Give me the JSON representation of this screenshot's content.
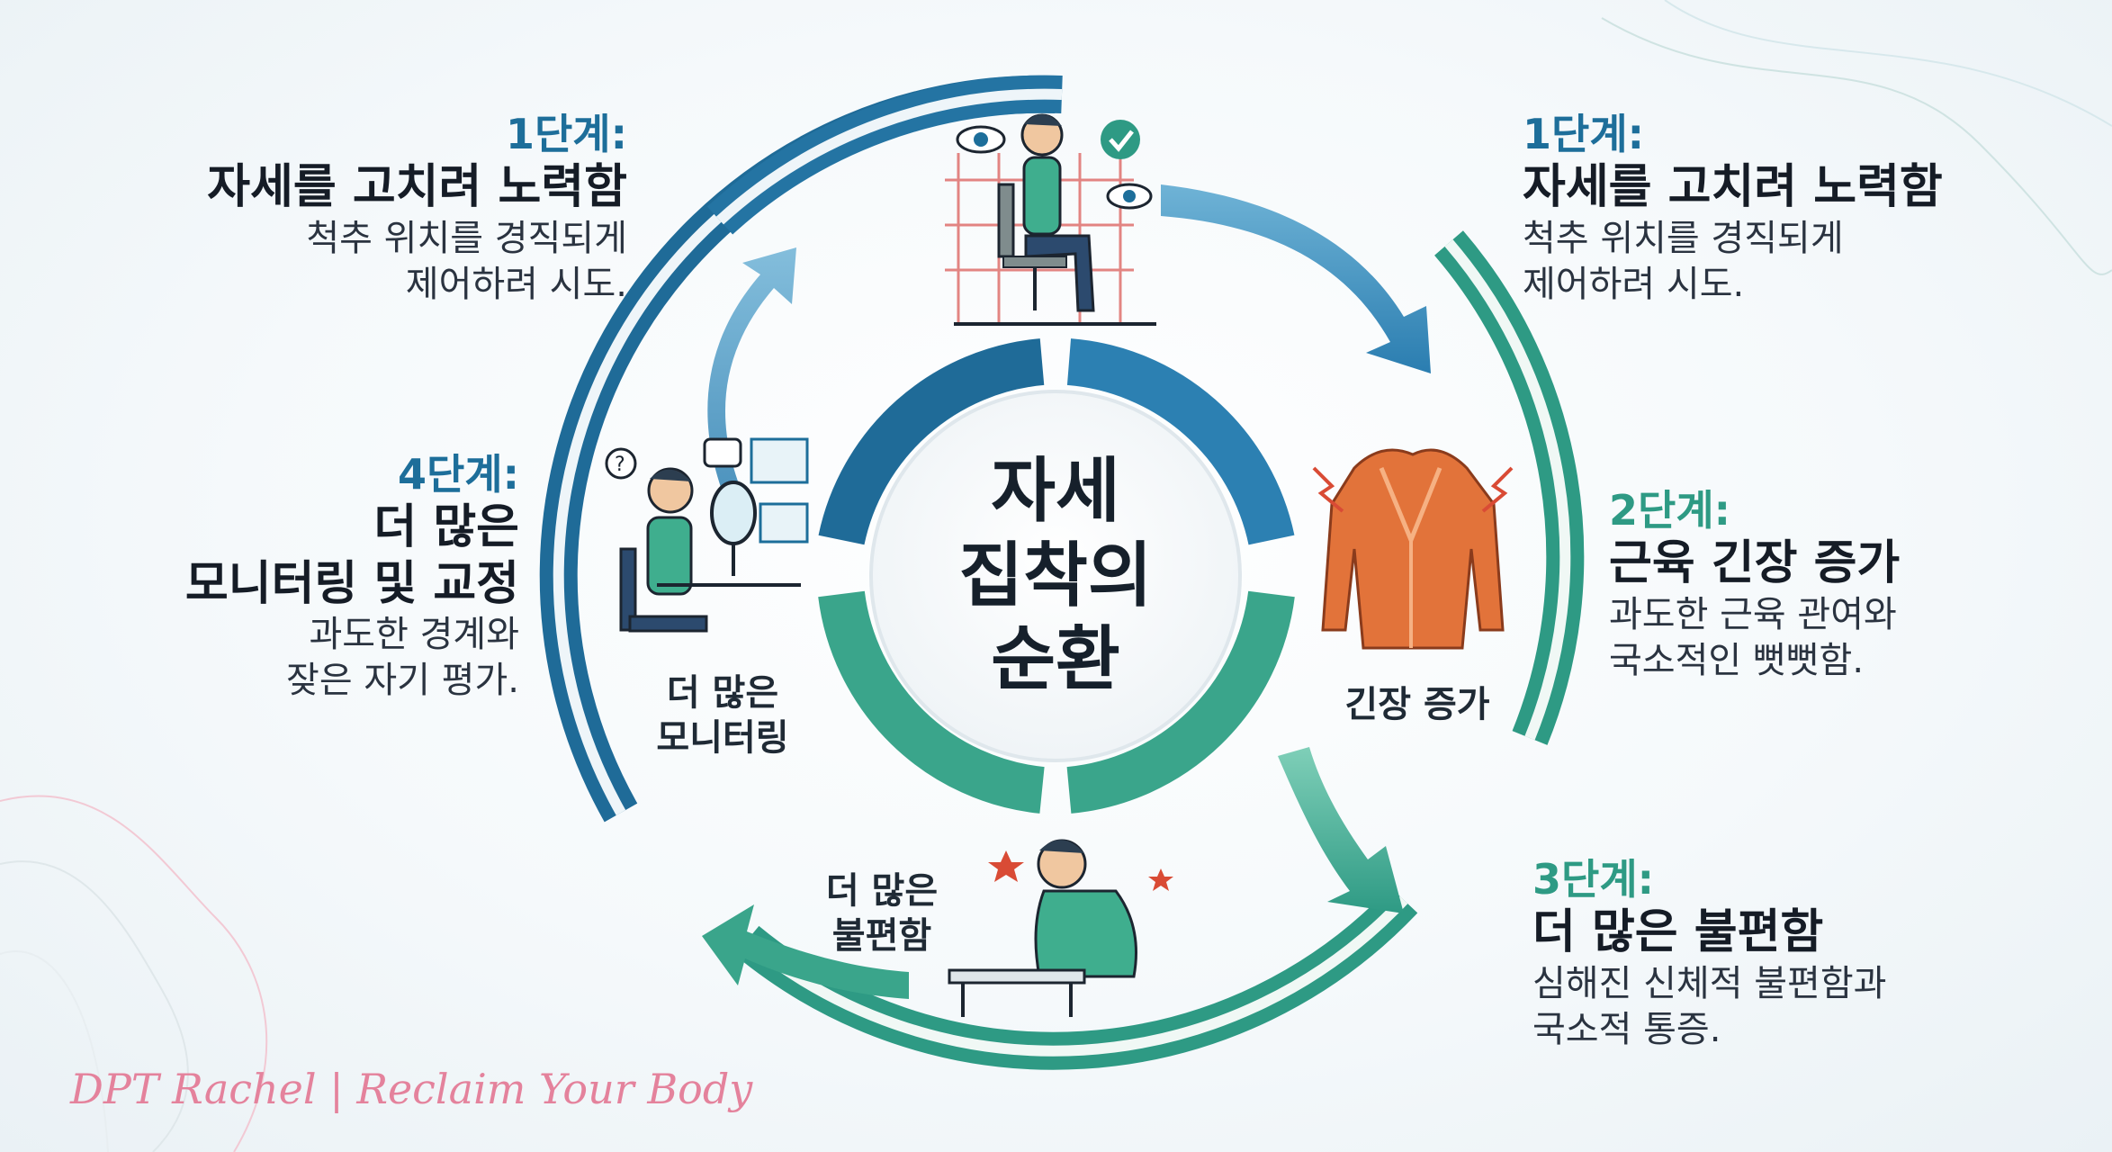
{
  "diagram": {
    "center_title": [
      "자세",
      "집착의",
      "순환"
    ],
    "stages": {
      "top_left": {
        "label": "1단계:",
        "heading": [
          "자세를 고치려 노력함"
        ],
        "description": [
          "척추 위치를 경직되게",
          "제어하려 시도."
        ]
      },
      "top_right": {
        "label": "1단계:",
        "heading": [
          "자세를 고치려 노력함"
        ],
        "description": [
          "척추 위치를 경직되게",
          "제어하려 시도."
        ]
      },
      "right": {
        "label": "2단계:",
        "heading": [
          "근육 긴장 증가"
        ],
        "description": [
          "과도한 근육 관여와",
          "국소적인 뻣뻣함."
        ]
      },
      "bottom_right": {
        "label": "3단계:",
        "heading": [
          "더 많은 불편함"
        ],
        "description": [
          "심해진 신체적 불편함과",
          "국소적 통증."
        ]
      },
      "left": {
        "label": "4단계:",
        "heading": [
          "더 많은",
          "모니터링 및 교정"
        ],
        "description": [
          "과도한 경계와",
          "잦은 자기 평가."
        ]
      }
    },
    "inner_labels": {
      "right": [
        "긴장 증가"
      ],
      "bottom": [
        "더 많은",
        "불편함"
      ],
      "left": [
        "더 많은",
        "모니터링"
      ]
    },
    "icons": [
      "eye-icon",
      "checkmark-icon",
      "seated-person-icon",
      "muscle-back-icon",
      "pain-person-icon",
      "mirror-person-icon",
      "question-bubble-icon"
    ],
    "colors": {
      "blue": "#1d6e9a",
      "teal": "#2e9a84",
      "light_blue": "#6fb3d6",
      "light_teal": "#7fcfb8",
      "footer": "#e4829c"
    }
  },
  "footer": "DPT Rachel | Reclaim Your Body"
}
